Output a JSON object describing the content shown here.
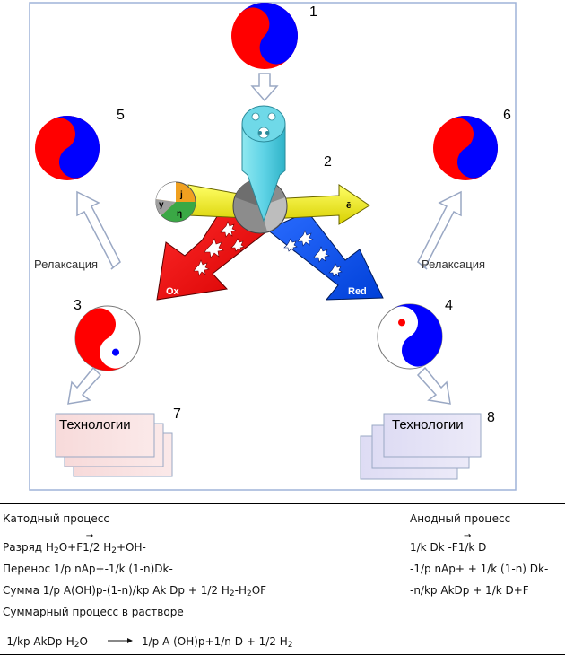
{
  "figure": {
    "numbers": [
      "1",
      "2",
      "3",
      "4",
      "5",
      "6",
      "7",
      "8"
    ],
    "relax_left": "Релаксация",
    "relax_right": "Релаксация",
    "tech_left": "Технологии",
    "tech_right": "Технологии",
    "ox_label": "Ox",
    "red_label": "Red",
    "electron_label": "ē",
    "gear_j": "j",
    "gear_eta": "η",
    "gear_gamma": "γ"
  },
  "table": {
    "cathode_header": "Катодный процесс",
    "anode_header": "Анодный процесс",
    "l1_pre": "Разряд H",
    "l1_sub1": "2",
    "l1_mid": "O+F",
    "l1_over": "→",
    "l1_post": "1/2 H",
    "l1_sub2": "2",
    "l1_end": "+OH-",
    "l2": "Перенос 1/p nAp+-1/k (1-n)Dk-",
    "l3_pre": "Сумма 1/p A(OH)p-(1-n)/kp Ak Dp + 1/2 H",
    "l3_sub1": "2",
    "l3_mid": "-H",
    "l3_sub2": "2",
    "l3_end": "OF",
    "l4": "Суммарный процесс в растворе",
    "l5_pre": "-1/kp AkDp-H",
    "l5_sub1": "2",
    "l5_mid": "O",
    "l5_post": "1/p A (OH)p+1/n D + 1/2 H",
    "l5_sub2": "2",
    "r1_pre": "1/k Dk -F",
    "r1_over": "→",
    "r1_post": "1/k D",
    "r2": "-1/p nAp+ + 1/k (1-n) Dk-",
    "r3": "-n/kp AkDp + 1/k D+F"
  }
}
